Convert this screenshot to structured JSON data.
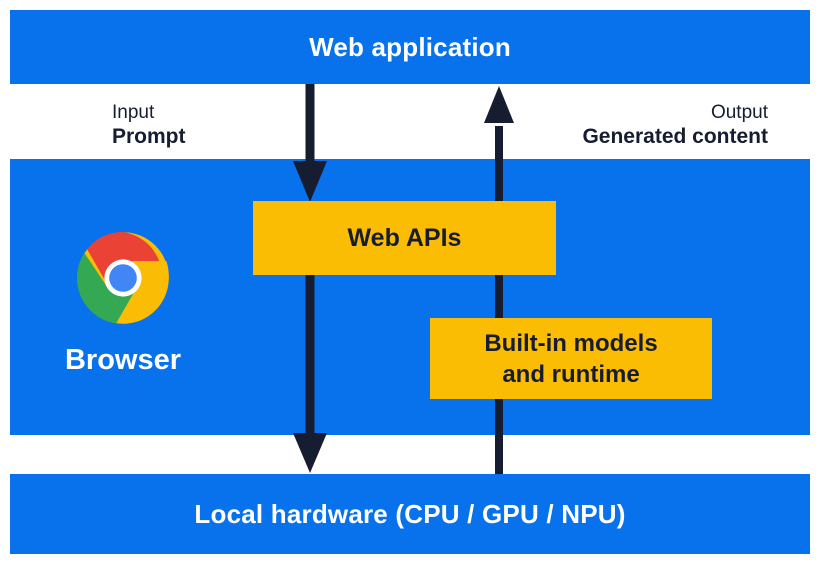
{
  "colors": {
    "layer-blue": "#0872EC",
    "box-yellow": "#FBBC04",
    "ink": "#171D31",
    "text-on-blue": "#FFFFFF",
    "chrome-red": "#EA4335",
    "chrome-green": "#34A853",
    "chrome-yellow": "#FBBC05",
    "chrome-blue": "#4285F4",
    "chrome-white": "#FFFFFF"
  },
  "diagram": {
    "layers": {
      "web_application": {
        "label": "Web application"
      },
      "browser": {
        "label": "Browser"
      },
      "local_hardware": {
        "label": "Local hardware (CPU / GPU / NPU)"
      }
    },
    "annotations": {
      "input": {
        "caption": "Input",
        "value": "Prompt"
      },
      "output": {
        "caption": "Output",
        "value": "Generated content"
      }
    },
    "browser": {
      "label": "Browser",
      "logo_icon": "chrome-logo",
      "web_apis_label": "Web APIs",
      "builtin_models_line1": "Built-in models",
      "builtin_models_line2": "and runtime"
    },
    "edges": [
      {
        "from": "Web application",
        "to": "Web APIs",
        "direction": "down",
        "annotation": "Input: Prompt"
      },
      {
        "from": "Web APIs",
        "to": "Local hardware (CPU / GPU / NPU)",
        "direction": "down"
      },
      {
        "from": "Local hardware (CPU / GPU / NPU)",
        "through": "Built-in models and runtime",
        "to": "Web application",
        "direction": "up",
        "annotation": "Output: Generated content"
      }
    ]
  }
}
